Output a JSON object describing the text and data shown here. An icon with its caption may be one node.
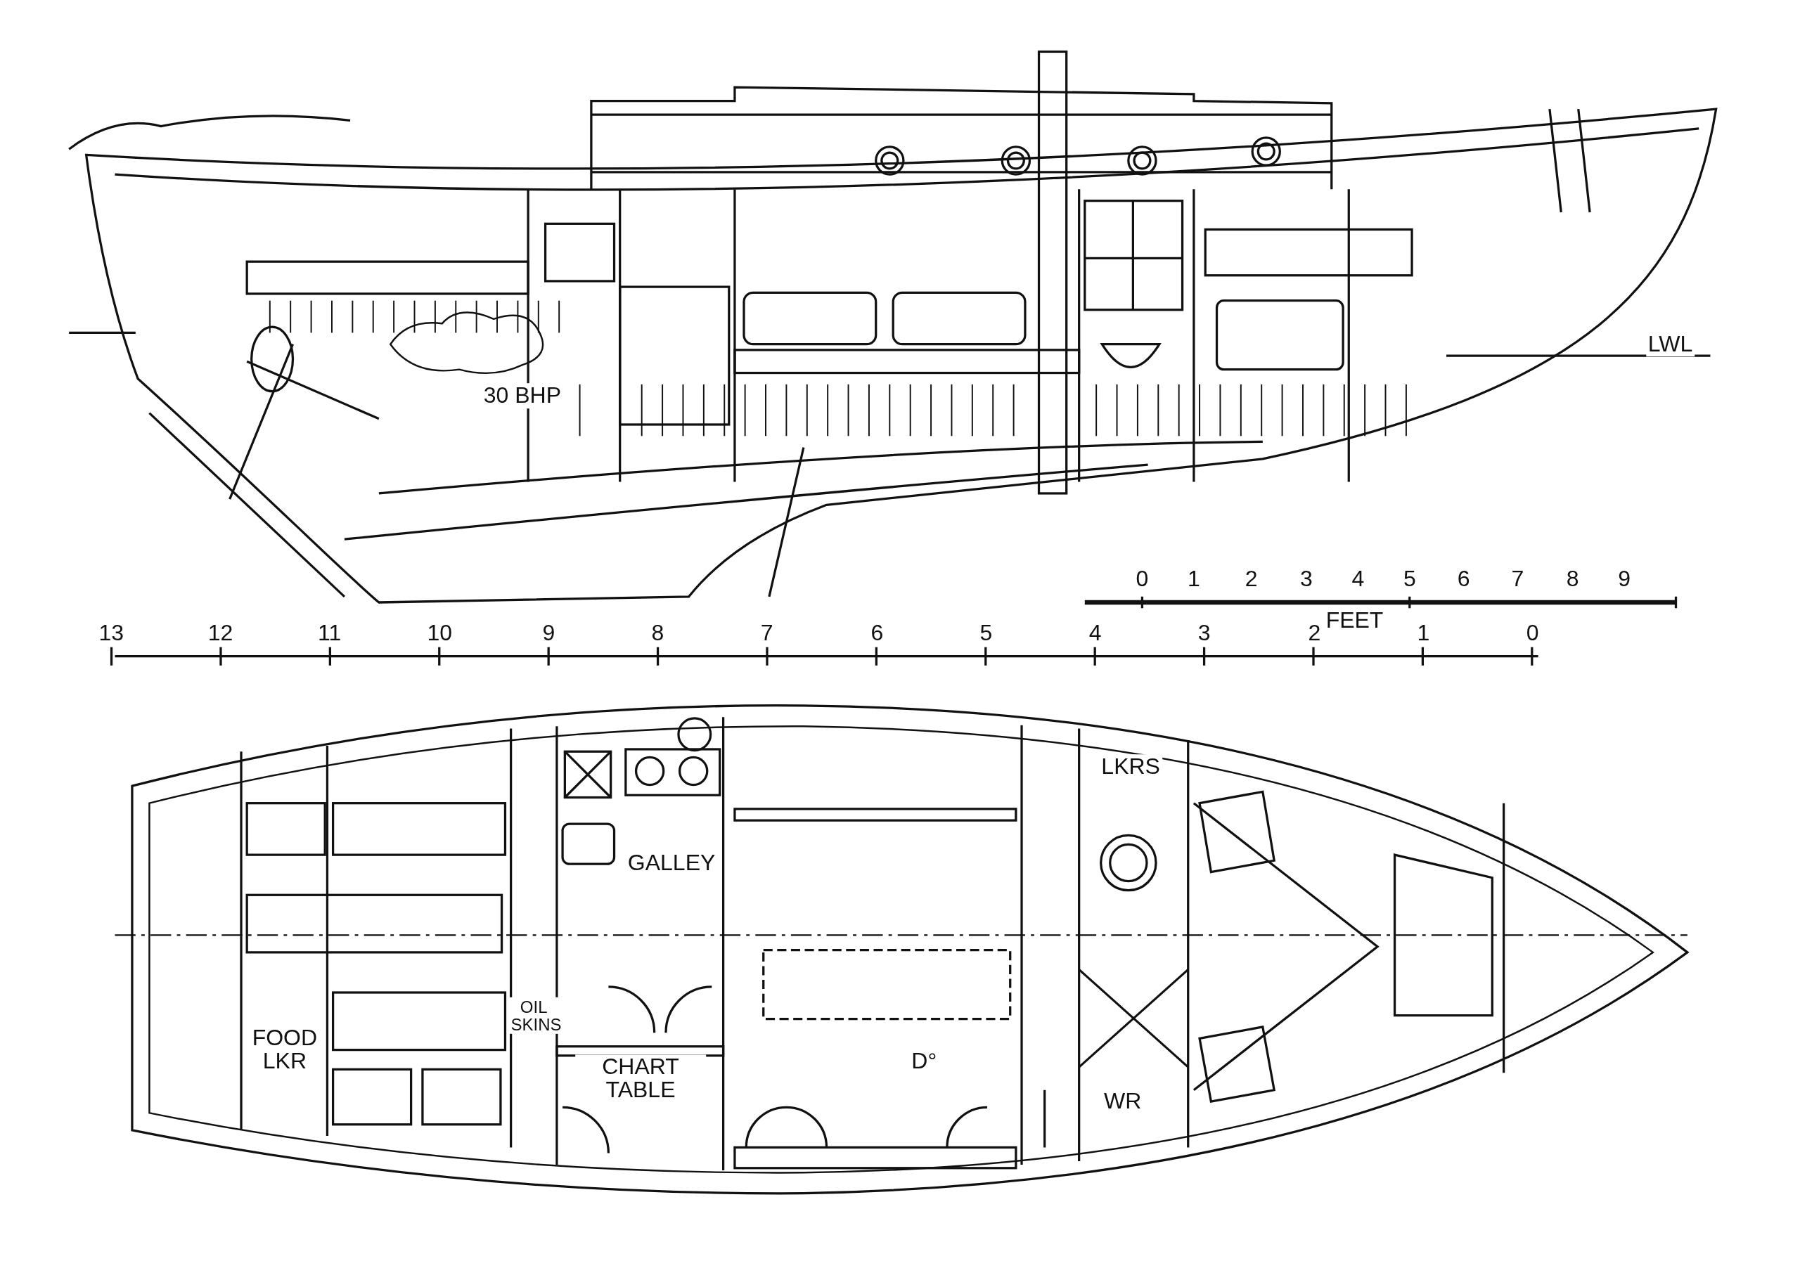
{
  "diagram": {
    "labels": [
      "LWL",
      "30 BHP",
      "0",
      "1",
      "2",
      "3",
      "4",
      "5",
      "6",
      "7",
      "8",
      "9",
      "FEET",
      "13",
      "12",
      "11",
      "10",
      "9",
      "8",
      "7",
      "6",
      "5",
      "4",
      "3",
      "2",
      "1",
      "0",
      "LKRS",
      "GALLEY",
      "OIL SKINS",
      "FOOD LKR",
      "CHART TABLE",
      "D°",
      "WR"
    ]
  }
}
